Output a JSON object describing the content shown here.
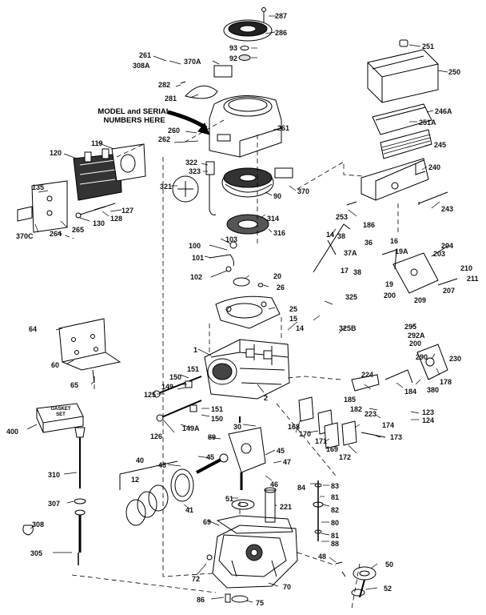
{
  "note": {
    "line1": "MODEL and SERIAL",
    "line2": "NUMBERS HERE"
  },
  "gasket_set_label": {
    "line1": "GASKET",
    "line2": "SET"
  },
  "labels": {
    "287": "287",
    "286": "286",
    "251": "251",
    "250": "250",
    "93": "93",
    "92": "92",
    "261a": "261",
    "308A": "308A",
    "370A": "370A",
    "282": "282",
    "281": "281",
    "246A": "246A",
    "251A": "251A",
    "261b": "261",
    "260": "260",
    "262": "262",
    "119": "119",
    "120": "120",
    "245": "245",
    "322": "322",
    "323": "323",
    "321": "321",
    "240": "240",
    "90": "90",
    "370": "370",
    "135": "135",
    "253": "253",
    "243": "243",
    "127": "127",
    "128": "128",
    "130": "130",
    "314": "314",
    "265": "265",
    "264": "264",
    "370C": "370C",
    "316": "316",
    "186": "186",
    "14a": "14",
    "38a": "38",
    "37A": "37A",
    "36": "36",
    "16": "16",
    "204": "204",
    "203": "203",
    "19A": "19A",
    "17": "17",
    "38b": "38",
    "103": "103",
    "100": "100",
    "101": "101",
    "102": "102",
    "210": "210",
    "211": "211",
    "19": "19",
    "20": "20",
    "26": "26",
    "207": "207",
    "200a": "200",
    "209": "209",
    "325": "325",
    "25": "25",
    "64": "64",
    "15": "15",
    "14b": "14",
    "325B": "325B",
    "295": "295",
    "292A": "292A",
    "200b": "200",
    "290": "290",
    "230": "230",
    "1": "1",
    "60": "60",
    "178": "178",
    "380": "380",
    "224": "224",
    "151": "151",
    "150a": "150",
    "149": "149",
    "65": "65",
    "184": "184",
    "185": "185",
    "125": "125",
    "2": "2",
    "182": "182",
    "123": "123",
    "223": "223",
    "124": "124",
    "151b": "151",
    "150b": "150",
    "149A": "149A",
    "168": "168",
    "400": "400",
    "126": "126",
    "30": "30",
    "170": "170",
    "174": "174",
    "89": "89",
    "171": "171",
    "173": "173",
    "169": "169",
    "172": "172",
    "40": "40",
    "45a": "45",
    "43": "43",
    "45b": "45",
    "47": "47",
    "310": "310",
    "46": "46",
    "84": "84",
    "83": "83",
    "12": "12",
    "81a": "81",
    "41": "41",
    "307": "307",
    "51": "51",
    "221": "221",
    "82": "82",
    "308": "308",
    "80": "80",
    "69": "69",
    "81b": "81",
    "88": "88",
    "305": "305",
    "48": "48",
    "50": "50",
    "72": "72",
    "70": "70",
    "52": "52",
    "86": "86",
    "75": "75"
  }
}
